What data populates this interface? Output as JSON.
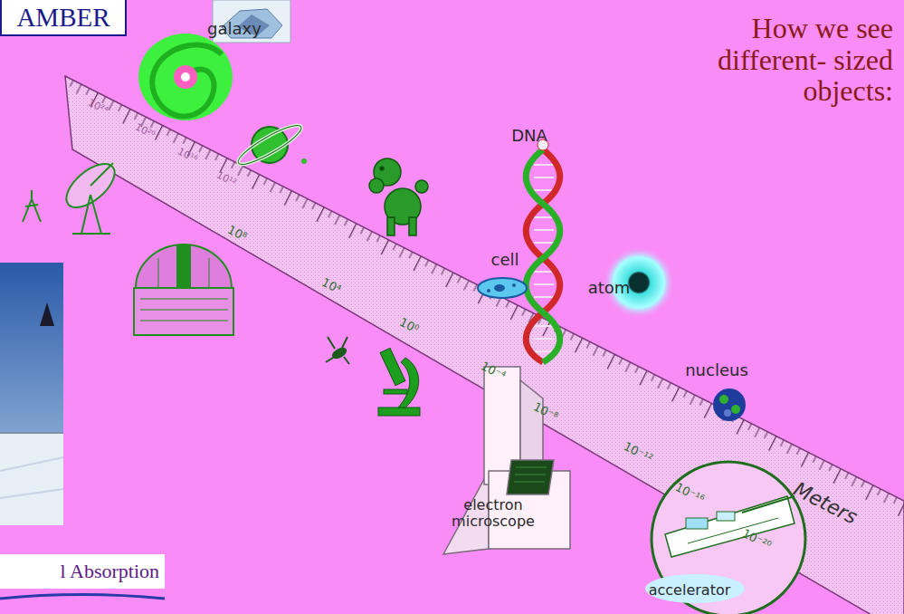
{
  "diagram": {
    "title": "How we see different- sized objects:",
    "nodes": [
      {
        "text": [
          "AMBER"
        ]
      },
      {
        "text": [
          "l Absorption"
        ]
      }
    ],
    "labels": [
      "galaxy",
      "DNA",
      "cell",
      "atom",
      "nucleus",
      "electron microscope",
      "accelerator",
      "Meters",
      "10²⁴",
      "10²⁰",
      "10¹⁶",
      "10¹²",
      "10⁸",
      "10⁴",
      "10⁰",
      "10⁻⁴",
      "10⁻⁸",
      "10⁻¹²",
      "10⁻¹⁶",
      "10⁻²⁰"
    ]
  }
}
